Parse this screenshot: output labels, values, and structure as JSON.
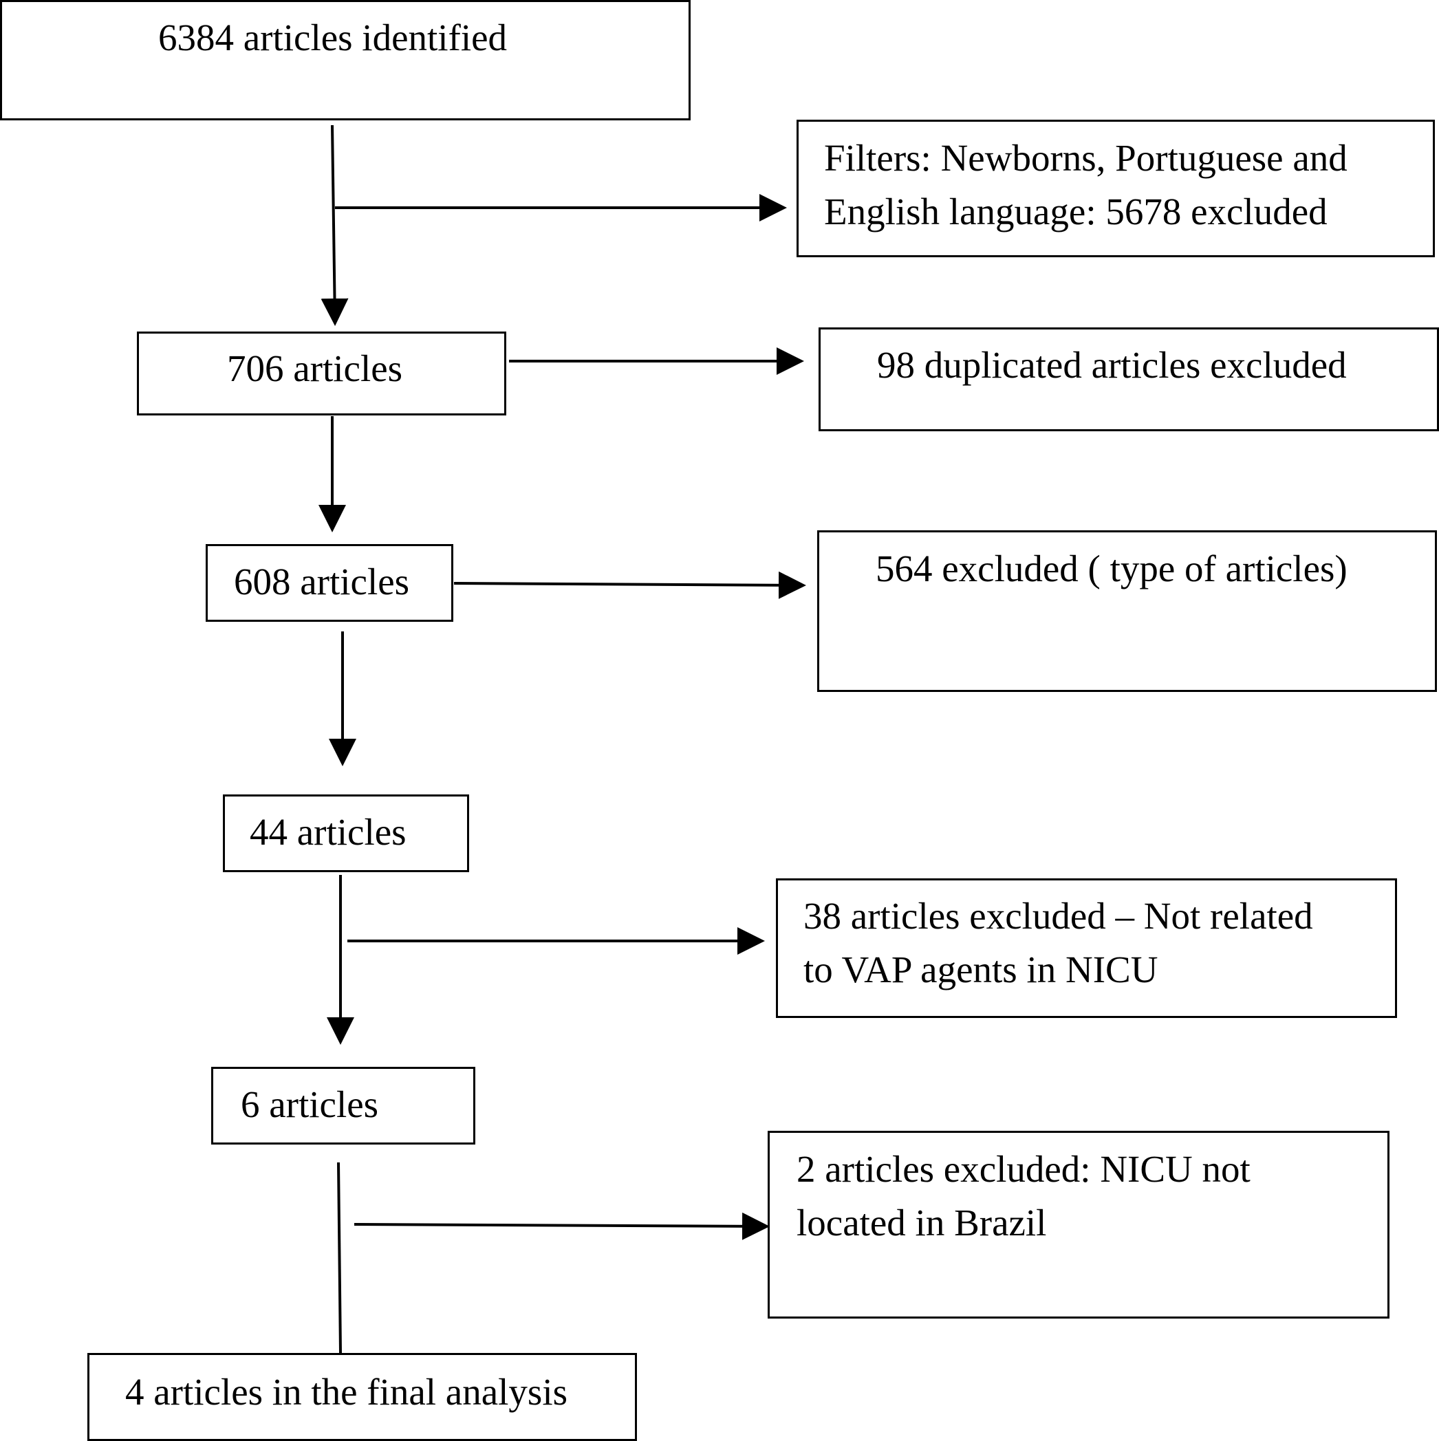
{
  "flow": {
    "main_steps": [
      {
        "label": "6384 articles identified"
      },
      {
        "label": "706 articles"
      },
      {
        "label": "608 articles"
      },
      {
        "label": "44 articles"
      },
      {
        "label": "6 articles"
      },
      {
        "label": "4 articles in the final analysis"
      }
    ],
    "exclusions": [
      {
        "lines": [
          "Filters: Newborns, Portuguese and",
          "English language: 5678 excluded"
        ]
      },
      {
        "lines": [
          "98 duplicated articles excluded"
        ]
      },
      {
        "lines": [
          "564 excluded ( type of articles)"
        ]
      },
      {
        "lines": [
          "38 articles excluded – Not related",
          "to VAP agents in NICU"
        ]
      },
      {
        "lines": [
          "2 articles excluded: NICU not",
          "located in Brazil"
        ]
      }
    ]
  }
}
